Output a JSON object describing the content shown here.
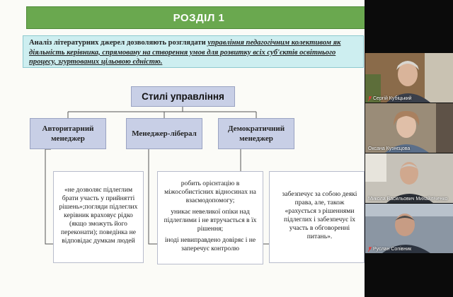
{
  "slide": {
    "title": "РОЗДІЛ 1",
    "intro_plain": "Аналіз літературних джерел дозволяють розглядати",
    "intro_emph": "управління педагогічним колективом як діяльність керівника, спрямовану на створення умов для розвитку всіх суб'єктів освітнього процесу, згуртованих цільовою єдністю.",
    "styles_heading": "Стилі управління",
    "managers": [
      {
        "label": "Авторитарний менеджер"
      },
      {
        "label": "Менеджер-ліберал"
      },
      {
        "label": "Демократичний менеджер"
      }
    ],
    "descriptions": {
      "authoritarian": "«не дозволяє підлеглим брати участь у прийнятті рішень»;погляди підлеглих керівник враховує рідко (якщо зможуть його переконати); поведінка не відповідає думкам людей",
      "liberal": [
        "робить орієнтацію в міжособистісних відносинах на взаємодопомогу;",
        "уникає невеликої опіки над підлеглими і не втручається в їх рішення;",
        "іноді невиправдено довіряє і не заперечує контролю"
      ],
      "democratic": "забезпечує за собою деякі права, але, також «рахується з рішеннями підлеглих і забезпечує їх участь в обговоренні питань»."
    }
  },
  "participants": [
    {
      "name": "Сергій Кубіцький",
      "muted": true
    },
    {
      "name": "Оксана Кузнєцова",
      "muted": false
    },
    {
      "name": "Микола Васильович Михайліченко",
      "muted": false
    },
    {
      "name": "Руслан Сопівник",
      "muted": true
    }
  ],
  "colors": {
    "title_bg": "#6aa84f",
    "intro_bg": "#cdeef0",
    "box_bg": "#c8cfe6",
    "connector": "#555555",
    "muted_icon": "#e53935"
  }
}
